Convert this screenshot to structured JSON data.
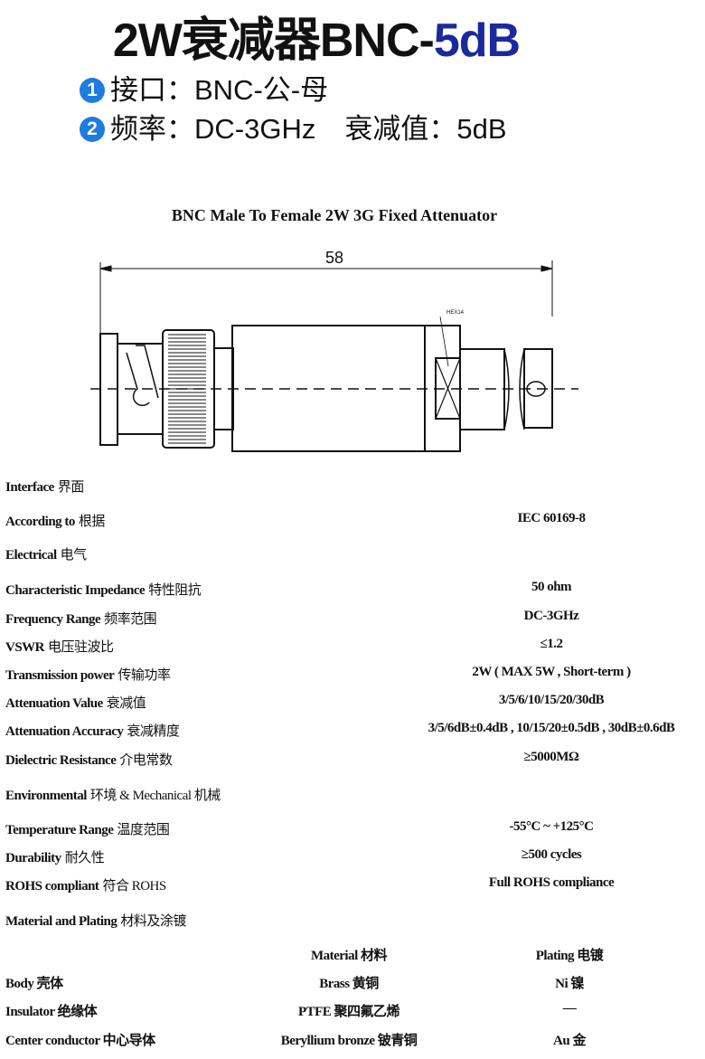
{
  "header": {
    "title_main": "2W衰减器BNC-",
    "title_accent": "5dB",
    "lines": [
      {
        "badge": "1",
        "label": "接口：",
        "value": "BNC-公-母"
      },
      {
        "badge": "2",
        "label": "频率：",
        "value": "DC-3GHz",
        "label2": "衰减值：",
        "value2": "5dB"
      }
    ]
  },
  "drawing": {
    "title": "BNC Male To Female 2W 3G Fixed Attenuator",
    "dimension": "58",
    "hex_label": "HEX14"
  },
  "specs": [
    {
      "en": "Interface",
      "zh": "界面",
      "value": ""
    },
    {
      "en": "According to",
      "zh": "根据",
      "value": "IEC 60169-8"
    },
    {
      "en": "Electrical",
      "zh": "电气",
      "value": ""
    },
    {
      "en": "Characteristic Impedance",
      "zh": "特性阻抗",
      "value": "50 ohm"
    },
    {
      "en": "Frequency Range",
      "zh": "频率范围",
      "value": "DC-3GHz"
    },
    {
      "en": "VSWR",
      "zh": "电压驻波比",
      "value": "≤1.2"
    },
    {
      "en": "Transmission power",
      "zh": "传输功率",
      "value": "2W ( MAX 5W , Short-term )"
    },
    {
      "en": "Attenuation Value",
      "zh": "衰减值",
      "value": "3/5/6/10/15/20/30dB"
    },
    {
      "en": "Attenuation Accuracy",
      "zh": "衰减精度",
      "value": "3/5/6dB±0.4dB , 10/15/20±0.5dB , 30dB±0.6dB"
    },
    {
      "en": "Dielectric Resistance",
      "zh": "介电常数",
      "value": "≥5000MΩ"
    },
    {
      "en": "Environmental",
      "zh": "环境  & Mechanical 机械",
      "value": ""
    },
    {
      "en": "Temperature Range",
      "zh": "温度范围",
      "value": "-55°C ~ +125°C"
    },
    {
      "en": "Durability",
      "zh": "耐久性",
      "value": "≥500 cycles"
    },
    {
      "en": "ROHS compliant",
      "zh": "符合 ROHS",
      "value": "Full ROHS compliance"
    },
    {
      "en": "Material and Plating",
      "zh": "材料及涂镀",
      "value": ""
    }
  ],
  "materials": {
    "header": {
      "material": "Material 材料",
      "plating": "Plating 电镀"
    },
    "rows": [
      {
        "part": "Body 壳体",
        "material": "Brass 黄铜",
        "plating": "Ni 镍"
      },
      {
        "part": "Insulator 绝缘体",
        "material": "PTFE 聚四氟乙烯",
        "plating": "—"
      },
      {
        "part": "Center conductor 中心导体",
        "material": "Beryllium bronze 铍青铜",
        "plating": "Au 金"
      }
    ]
  },
  "colors": {
    "accent": "#1a2a9c",
    "badge": "#1e7be0"
  }
}
